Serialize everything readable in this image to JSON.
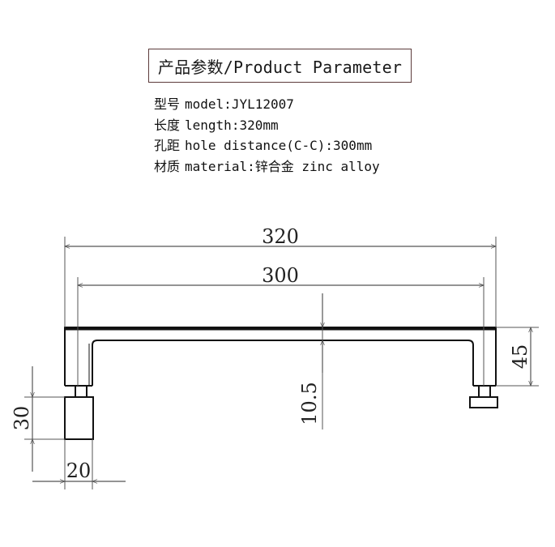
{
  "title": "产品参数/Product Parameter",
  "specs": [
    {
      "cn": "型号",
      "en": "model:JYL12007"
    },
    {
      "cn": "长度",
      "en": "length:320mm"
    },
    {
      "cn": "孔距",
      "en": "hole distance(C-C):300mm"
    },
    {
      "cn": "材质",
      "en": "material:锌合金 zinc alloy"
    }
  ],
  "dimensions": {
    "length": "320",
    "hole_distance": "300",
    "thickness": "10.5",
    "height": "45",
    "foot_height": "30",
    "foot_width": "20"
  },
  "colors": {
    "line": "#111111",
    "dim_line": "#555555",
    "title_border": "#5c3b3b"
  }
}
